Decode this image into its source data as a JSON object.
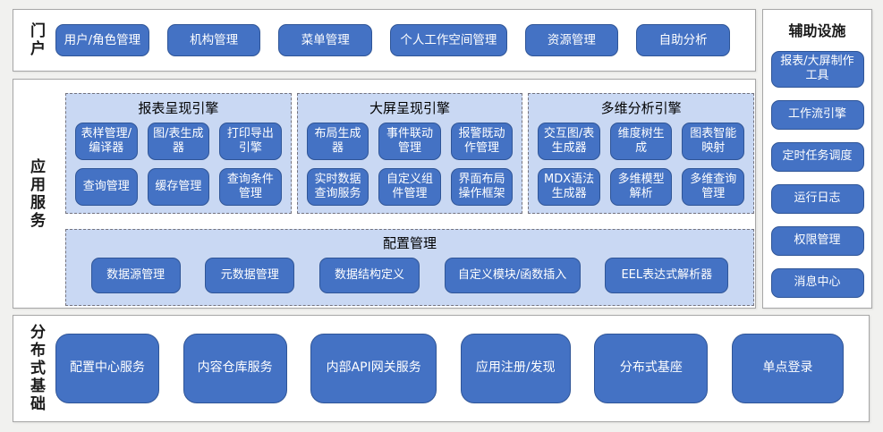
{
  "colors": {
    "page_bg": "#f1f1ef",
    "section_bg": "#ffffff",
    "section_border": "#a6a6a6",
    "button_fill": "#4472c4",
    "button_border": "#2f5597",
    "button_text": "#ffffff",
    "panel_fill": "#c9d8f3",
    "panel_dashed_border": "#73737f",
    "label_text": "#1a1a1a"
  },
  "portal": {
    "label": "门户",
    "items": [
      "用户/角色管理",
      "机构管理",
      "菜单管理",
      "个人工作空间管理",
      "资源管理",
      "自助分析"
    ]
  },
  "app_services": {
    "label": "应用服务",
    "engines": [
      {
        "title": "报表呈现引擎",
        "items": [
          "表样管理/编译器",
          "图/表生成器",
          "打印导出引擎",
          "查询管理",
          "缓存管理",
          "查询条件管理"
        ]
      },
      {
        "title": "大屏呈现引擎",
        "items": [
          "布局生成器",
          "事件联动管理",
          "报警既动作管理",
          "实时数据查询服务",
          "自定义组件管理",
          "界面布局操作框架"
        ]
      },
      {
        "title": "多维分析引擎",
        "items": [
          "交互图/表生成器",
          "维度树生成",
          "图表智能映射",
          "MDX语法生成器",
          "多维模型解析",
          "多维查询管理"
        ]
      }
    ],
    "config": {
      "title": "配置管理",
      "items": [
        "数据源管理",
        "元数据管理",
        "数据结构定义",
        "自定义模块/函数插入",
        "EEL表达式解析器"
      ]
    }
  },
  "auxiliary": {
    "title": "辅助设施",
    "items": [
      "报表/大屏制作工具",
      "工作流引擎",
      "定时任务调度",
      "运行日志",
      "权限管理",
      "消息中心"
    ]
  },
  "foundation": {
    "label": "分布式基础",
    "items": [
      "配置中心服务",
      "内容仓库服务",
      "内部API网关服务",
      "应用注册/发现",
      "分布式基座",
      "单点登录"
    ]
  }
}
